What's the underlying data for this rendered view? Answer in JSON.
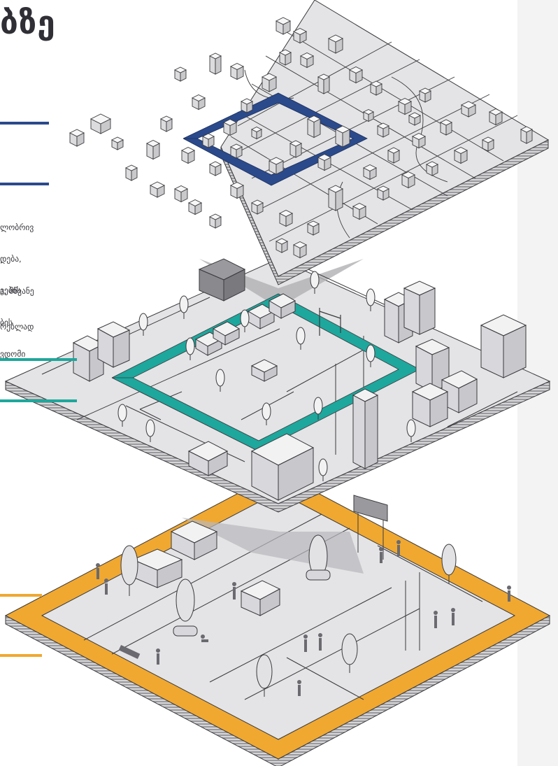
{
  "header": {
    "title": "ბზე"
  },
  "description": {
    "paragraph_1": [
      "ლობრივ",
      "დება,",
      "ვების"
    ],
    "paragraph_2": [
      ",",
      "ა, მწვანე",
      "ბის",
      "ვდომი"
    ],
    "paragraph_3": [
      "რებლად",
      "."
    ]
  },
  "colors": {
    "city_layer": "#2b4a8c",
    "district_layer": "#1ea79c",
    "street_layer": "#f0a830",
    "slab_top": "#e4e4e6",
    "block": "#f2f2f3",
    "outline": "#3a3a3e",
    "side_panel": "#f3f3f3"
  },
  "layers": [
    {
      "id": "city",
      "highlight_color": "#2b4a8c"
    },
    {
      "id": "district",
      "highlight_color": "#1ea79c"
    },
    {
      "id": "street",
      "highlight_color": "#f0a830"
    }
  ]
}
